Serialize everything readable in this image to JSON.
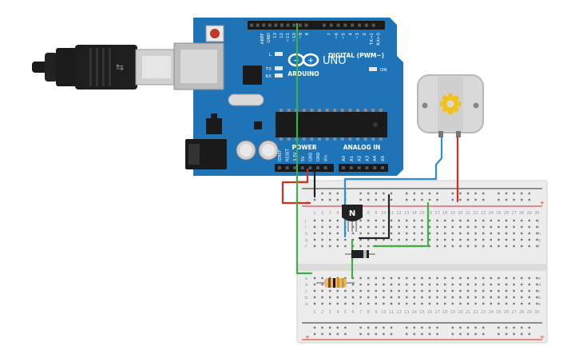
{
  "arduino": {
    "brand": "ARDUINO",
    "model": "UNO",
    "digital_label": "DIGITAL (PWM~)",
    "power_label": "POWER",
    "analog_label": "ANALOG IN",
    "on_label": "ON",
    "led_labels": [
      "L",
      "TX",
      "RX"
    ],
    "top_pins": [
      "AREF",
      "GND",
      "13",
      "12",
      "~11",
      "~10",
      "~9",
      "8",
      "7",
      "~6",
      "~5",
      "4",
      "~3",
      "2",
      "TX→1",
      "RX←0"
    ],
    "power_pins": [
      "IOREF",
      "RESET",
      "3.3V",
      "5V",
      "GND",
      "GND",
      "Vin"
    ],
    "analog_pins": [
      "A0",
      "A1",
      "A2",
      "A3",
      "A4",
      "A5"
    ],
    "board_color": "#1f73b7"
  },
  "breadboard": {
    "rows_top": [
      "j",
      "i",
      "h",
      "g",
      "f"
    ],
    "rows_bottom": [
      "e",
      "d",
      "c",
      "b",
      "a"
    ],
    "col_numbers": [
      "1",
      "2",
      "3",
      "4",
      "5",
      "6",
      "7",
      "8",
      "9",
      "10",
      "11",
      "12",
      "13",
      "14",
      "15",
      "16",
      "17",
      "18",
      "19",
      "20",
      "21",
      "22",
      "23",
      "24",
      "25",
      "26",
      "27",
      "28",
      "29",
      "30"
    ],
    "rail_plus": "+",
    "rail_minus": "-"
  },
  "transistor": {
    "label": "N"
  },
  "colors": {
    "wire_green": "#3cb043",
    "wire_red": "#d62d20",
    "wire_blue": "#2b8fd6",
    "wire_black": "#222222",
    "motor_gear": "#f2c21b"
  }
}
